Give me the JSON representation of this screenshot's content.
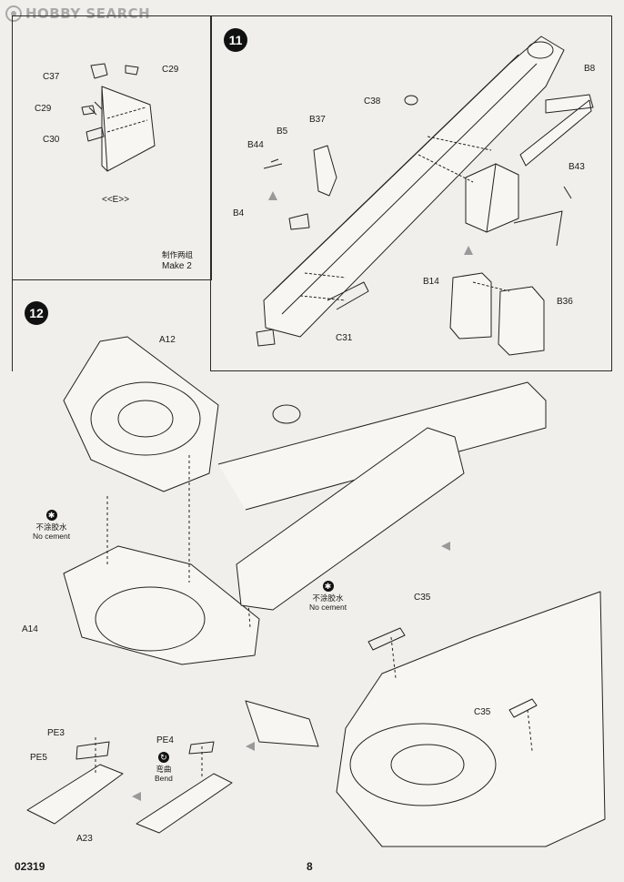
{
  "watermark": {
    "text": "HOBBY SEARCH"
  },
  "box_e": {
    "title": "<<E>>",
    "make_zh": "制作两组",
    "make_en": "Make 2",
    "parts": [
      "C37",
      "C29",
      "C29",
      "C30"
    ]
  },
  "step11": {
    "number": "11",
    "parts": [
      "C38",
      "B8",
      "B5",
      "B37",
      "B44",
      "B4",
      "B43",
      "B14",
      "B36",
      "C31"
    ]
  },
  "step12": {
    "number": "12",
    "parts": [
      "A12",
      "A14",
      "C35",
      "C35",
      "PE3",
      "PE5",
      "PE4",
      "A23"
    ],
    "note1_zh": "不涂胶水",
    "note1_en": "No cement",
    "note2_zh": "不涂胶水",
    "note2_en": "No cement",
    "bend_zh": "弯曲",
    "bend_en": "Bend"
  },
  "footer": {
    "code": "02319",
    "page": "8"
  },
  "colors": {
    "paper": "#f1efeb",
    "ink": "#1a1a1a",
    "watermark": "#a9a9a9"
  }
}
